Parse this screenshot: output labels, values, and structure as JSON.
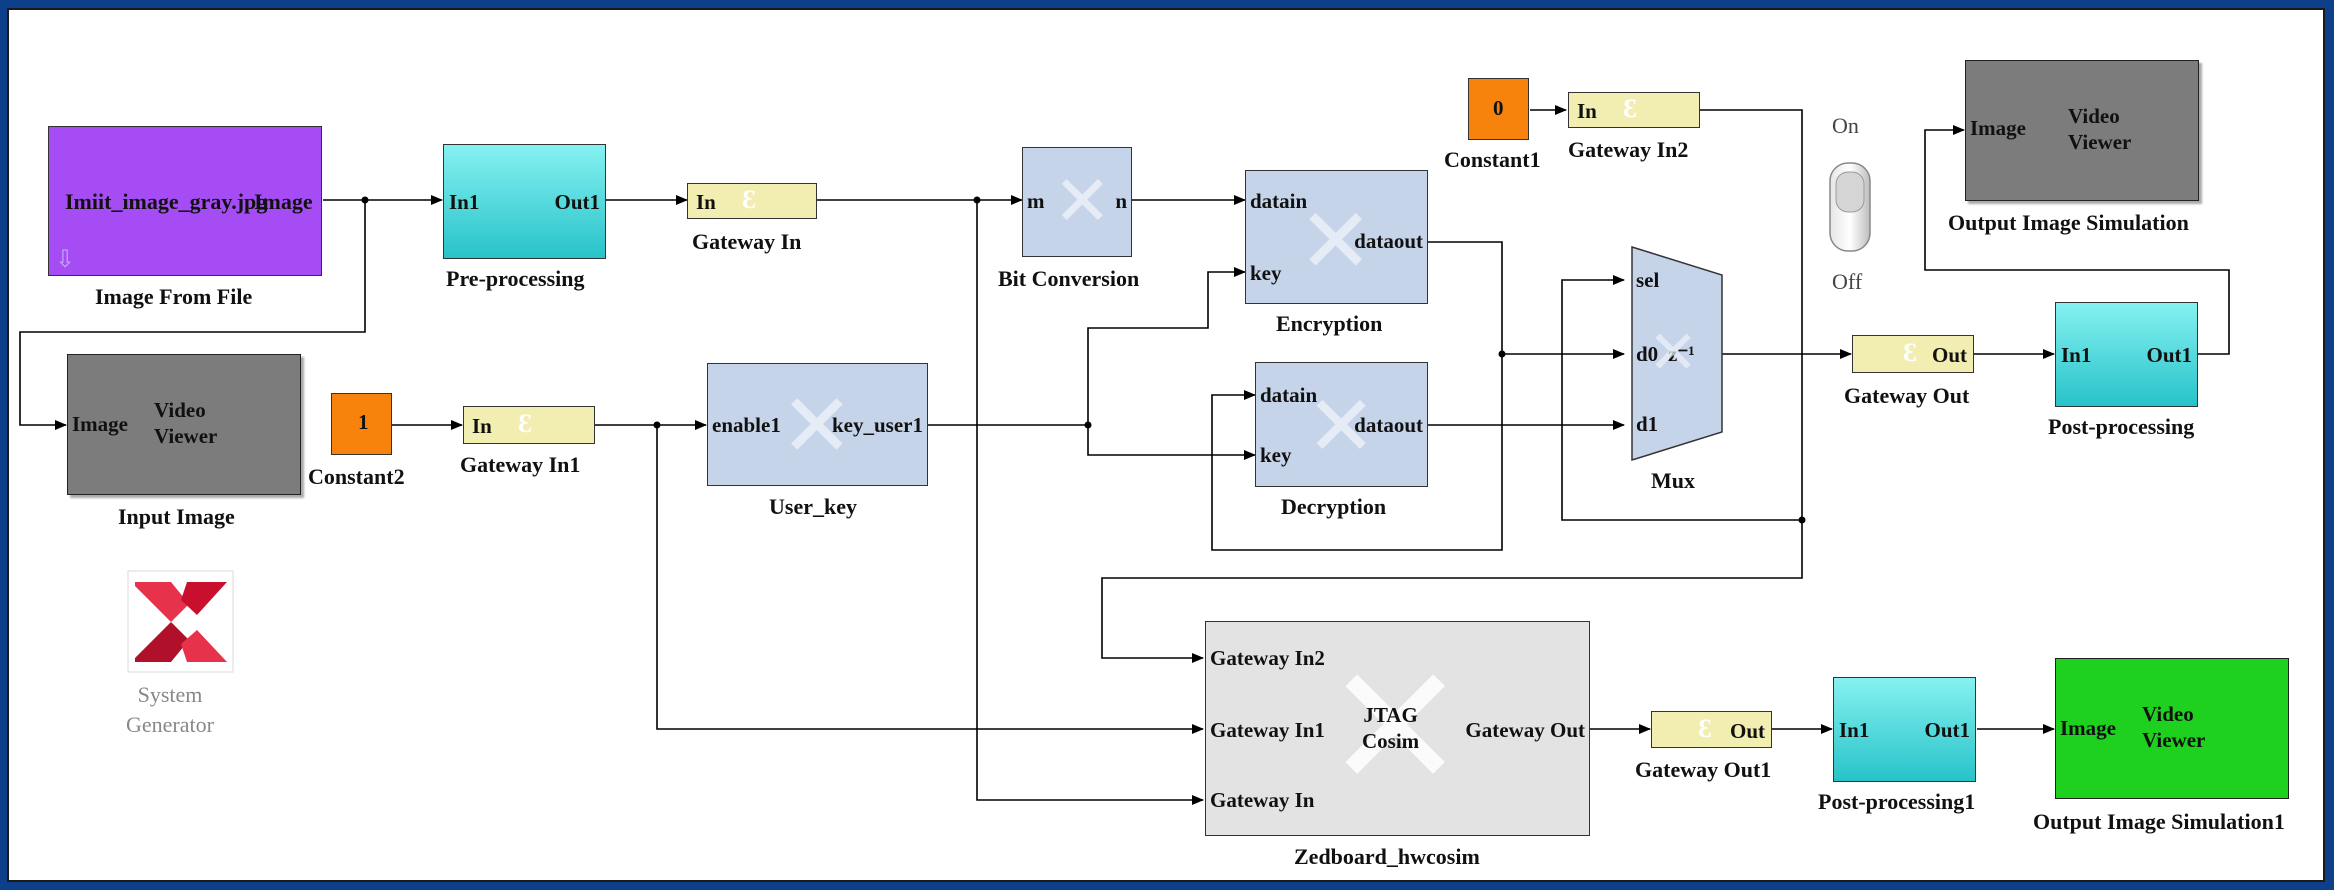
{
  "blocks": {
    "image_from_file": {
      "label": "Image From File",
      "port_text": "Imiit_image_gray.jpg",
      "port_out": "Image"
    },
    "preprocessing": {
      "label": "Pre-processing",
      "in": "In1",
      "out": "Out1"
    },
    "gateway_in": {
      "label": "Gateway In",
      "in": "In"
    },
    "bit_conversion": {
      "label": "Bit Conversion",
      "in": "m",
      "out": "n"
    },
    "encryption": {
      "label": "Encryption",
      "in1": "datain",
      "in2": "key",
      "out": "dataout"
    },
    "decryption": {
      "label": "Decryption",
      "in1": "datain",
      "in2": "key",
      "out": "dataout"
    },
    "constant1": {
      "label": "Constant1",
      "value": "0"
    },
    "gateway_in2": {
      "label": "Gateway In2",
      "in": "In"
    },
    "switch": {
      "on": "On",
      "off": "Off"
    },
    "output_sim": {
      "label": "Output Image Simulation",
      "port": "Image",
      "text": "Video\nViewer"
    },
    "input_image": {
      "label": "Input Image",
      "port": "Image",
      "text": "Video\nViewer"
    },
    "constant2": {
      "label": "Constant2",
      "value": "1"
    },
    "gateway_in1": {
      "label": "Gateway In1",
      "in": "In"
    },
    "user_key": {
      "label": "User_key",
      "in": "enable1",
      "out": "key_user1"
    },
    "mux": {
      "label": "Mux",
      "sel": "sel",
      "d0": "d0",
      "d1": "d1",
      "z": "z⁻¹"
    },
    "gateway_out": {
      "label": "Gateway Out",
      "out": "Out"
    },
    "postprocessing": {
      "label": "Post-processing",
      "in": "In1",
      "out": "Out1"
    },
    "system_generator": {
      "label": "System\nGenerator"
    },
    "zedboard": {
      "label": "Zedboard_hwcosim",
      "in1": "Gateway In2",
      "in2": "Gateway In1",
      "in3": "Gateway In",
      "center": "JTAG\nCosim",
      "out": "Gateway Out"
    },
    "gateway_out1": {
      "label": "Gateway Out1",
      "out": "Out"
    },
    "postprocessing1": {
      "label": "Post-processing1",
      "in": "In1",
      "out": "Out1"
    },
    "output_sim1": {
      "label": "Output Image Simulation1",
      "port": "Image",
      "text": "Video\nViewer"
    }
  },
  "colors": {
    "border": "#0d3f8a",
    "gateway": "#f2eeb1",
    "xilinx_block": "#c6d4ea",
    "constant": "#f7830d",
    "viewer_output1": "#1fd11f"
  },
  "icons": [
    "xilinx-logo-icon",
    "wire-arrow"
  ]
}
